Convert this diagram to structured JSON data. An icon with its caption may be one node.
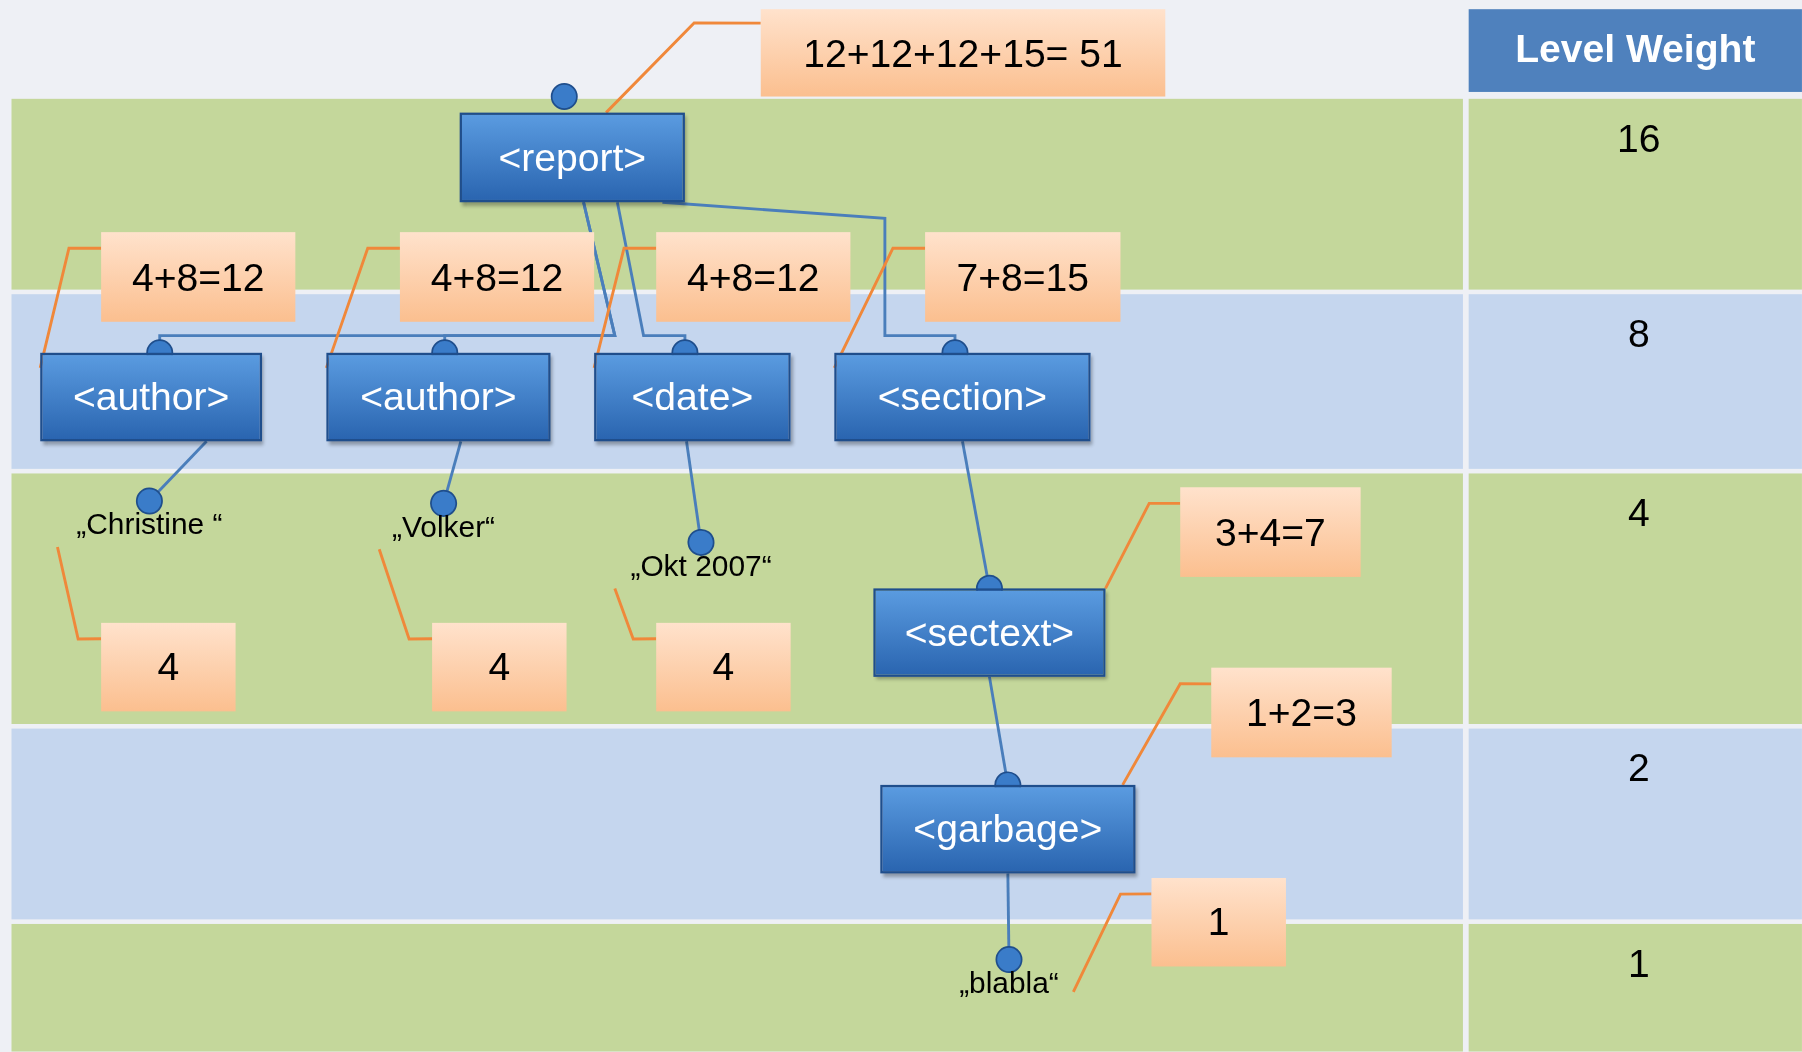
{
  "diagram": {
    "nodes": [
      {
        "text": [
          "<report>"
        ]
      },
      {
        "text": [
          "<author>"
        ]
      },
      {
        "text": [
          "<author>"
        ]
      },
      {
        "text": [
          "<date>"
        ]
      },
      {
        "text": [
          "<section>"
        ]
      },
      {
        "text": [
          "„Christine “"
        ]
      },
      {
        "text": [
          "„Volker“"
        ]
      },
      {
        "text": [
          "„Okt 2007“"
        ]
      },
      {
        "text": [
          "<sectext>"
        ]
      },
      {
        "text": [
          "<garbage>"
        ]
      },
      {
        "text": [
          "„blabla“"
        ]
      },
      {
        "text": [
          "12+12+12+15= 51"
        ]
      },
      {
        "text": [
          "4+8=12"
        ]
      },
      {
        "text": [
          "4+8=12"
        ]
      },
      {
        "text": [
          "4+8=12"
        ]
      },
      {
        "text": [
          "7+8=15"
        ]
      },
      {
        "text": [
          "4"
        ]
      },
      {
        "text": [
          "4"
        ]
      },
      {
        "text": [
          "4"
        ]
      },
      {
        "text": [
          "3+4=7"
        ]
      },
      {
        "text": [
          "1+2=3"
        ]
      },
      {
        "text": [
          "1"
        ]
      }
    ],
    "edges": [
      {
        "from": 0,
        "to": 1,
        "arrow": "other",
        "color": "#4a7ebb"
      },
      {
        "from": 0,
        "to": 2,
        "arrow": "other",
        "color": "#4a7ebb"
      },
      {
        "from": 0,
        "to": 3,
        "arrow": "other",
        "color": "#4a7ebb"
      },
      {
        "from": 0,
        "to": 4,
        "arrow": "other",
        "color": "#4a7ebb"
      },
      {
        "from": 1,
        "to": 5,
        "arrow": "other",
        "color": "#4a7ebb"
      },
      {
        "from": 2,
        "to": 6,
        "arrow": "other",
        "color": "#4a7ebb"
      },
      {
        "from": 3,
        "to": 7,
        "arrow": "other",
        "color": "#4a7ebb"
      },
      {
        "from": 4,
        "to": 8,
        "arrow": "other",
        "color": "#4a7ebb"
      },
      {
        "from": 8,
        "to": 9,
        "arrow": "other",
        "color": "#4a7ebb"
      },
      {
        "from": 9,
        "to": 10,
        "arrow": "other",
        "color": "#4a7ebb"
      },
      {
        "from": 11,
        "to": 0,
        "arrow": "none",
        "color": "#f0883a"
      },
      {
        "from": 12,
        "to": 1,
        "arrow": "none",
        "color": "#f0883a"
      },
      {
        "from": 13,
        "to": 2,
        "arrow": "none",
        "color": "#f0883a"
      },
      {
        "from": 14,
        "to": 3,
        "arrow": "none",
        "color": "#f0883a"
      },
      {
        "from": 15,
        "to": 4,
        "arrow": "none",
        "color": "#f0883a"
      },
      {
        "from": 16,
        "to": 5,
        "arrow": "none",
        "color": "#f0883a"
      },
      {
        "from": 17,
        "to": 6,
        "arrow": "none",
        "color": "#f0883a"
      },
      {
        "from": 18,
        "to": 7,
        "arrow": "none",
        "color": "#f0883a"
      },
      {
        "from": 19,
        "to": 8,
        "arrow": "none",
        "color": "#f0883a"
      },
      {
        "from": 20,
        "to": 9,
        "arrow": "none",
        "color": "#f0883a"
      },
      {
        "from": 21,
        "to": 10,
        "arrow": "none",
        "color": "#f0883a"
      }
    ],
    "labels": [
      "Level Weight",
      "16",
      "8",
      "4",
      "2",
      "1"
    ]
  }
}
